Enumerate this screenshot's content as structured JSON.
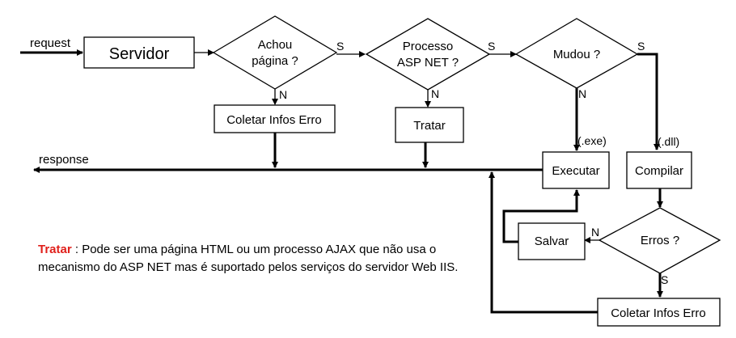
{
  "flow": {
    "request": "request",
    "response": "response",
    "servidor": "Servidor",
    "achou": [
      "Achou",
      "página ?"
    ],
    "processo": [
      "Processo",
      "ASP NET ?"
    ],
    "mudou": "Mudou ?",
    "coletar_top": "Coletar Infos Erro",
    "tratar": "Tratar",
    "executar": "Executar",
    "compilar": "Compilar",
    "salvar": "Salvar",
    "erros": "Erros ?",
    "coletar_bottom": "Coletar Infos Erro",
    "s": "S",
    "n": "N",
    "exe": "(.exe)",
    "dll": "(.dll)"
  },
  "note": {
    "keyword": "Tratar",
    "text": " : Pode ser uma página HTML ou um processo AJAX que não usa o mecanismo do ASP NET mas é suportado pelos serviços do servidor Web IIS."
  },
  "colors": {
    "keyword": "#e0201b",
    "line": "#000000"
  }
}
